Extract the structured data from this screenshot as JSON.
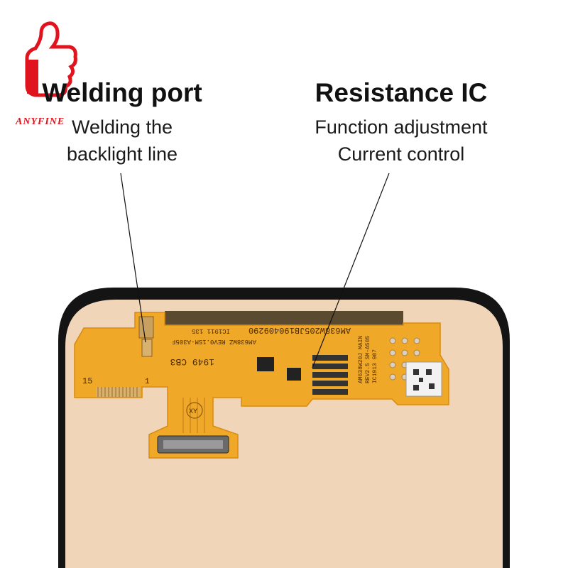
{
  "logo": {
    "text": "ANYFINE",
    "color": "#e0141e"
  },
  "callouts": [
    {
      "title": "Welding port",
      "lines": [
        "Welding the",
        "backlight line"
      ]
    },
    {
      "title": "Resistance IC",
      "lines": [
        "Function adjustment",
        "Current control"
      ]
    }
  ],
  "board_markings": {
    "part_code": "AM638W205JB190409290",
    "rev_code": "AM638WZ   REV0.1SM-A305F",
    "ic_code": "IC1911 135",
    "batch": "1949 CB3",
    "tag": "XY",
    "pin_15": "15",
    "pin_1": "1",
    "right_code_1": "AM638W20J MAIN",
    "right_code_2": "REV2.5 SM-A505",
    "right_code_3": "IC1913 907"
  },
  "colors": {
    "flex": "#f0a828",
    "flex_edge": "#d98a10",
    "panel": "#f0d5b8",
    "bezel": "#141414"
  }
}
